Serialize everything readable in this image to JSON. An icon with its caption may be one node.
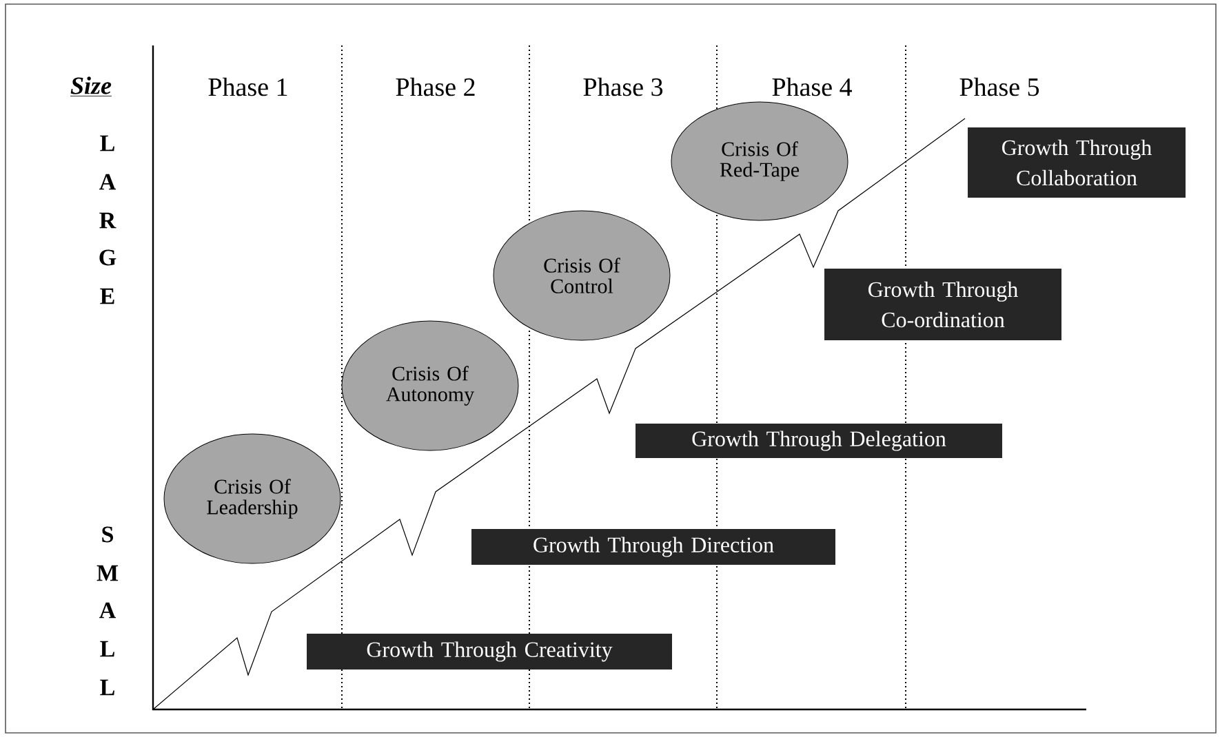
{
  "diagram": {
    "nodes": [
      {
        "text": [
          "Crisis Of Leadership"
        ]
      },
      {
        "text": [
          "Crisis Of Autonomy"
        ]
      },
      {
        "text": [
          "Crisis Of Control"
        ]
      },
      {
        "text": [
          "Crisis Of Red-Tape"
        ]
      },
      {
        "text": [
          "Growth Through Creativity"
        ]
      },
      {
        "text": [
          "Growth Through Direction"
        ]
      },
      {
        "text": [
          "Growth Through Delegation"
        ]
      },
      {
        "text": [
          "Growth Through Co-ordination"
        ]
      },
      {
        "text": [
          "Growth Through Collaboration"
        ]
      }
    ],
    "labels": [
      "Size",
      "Phase 1",
      "Phase 2",
      "Phase 3",
      "Phase 4",
      "Phase 5",
      "L",
      "A",
      "R",
      "G",
      "E",
      "S",
      "M",
      "A",
      "L",
      "L"
    ]
  }
}
